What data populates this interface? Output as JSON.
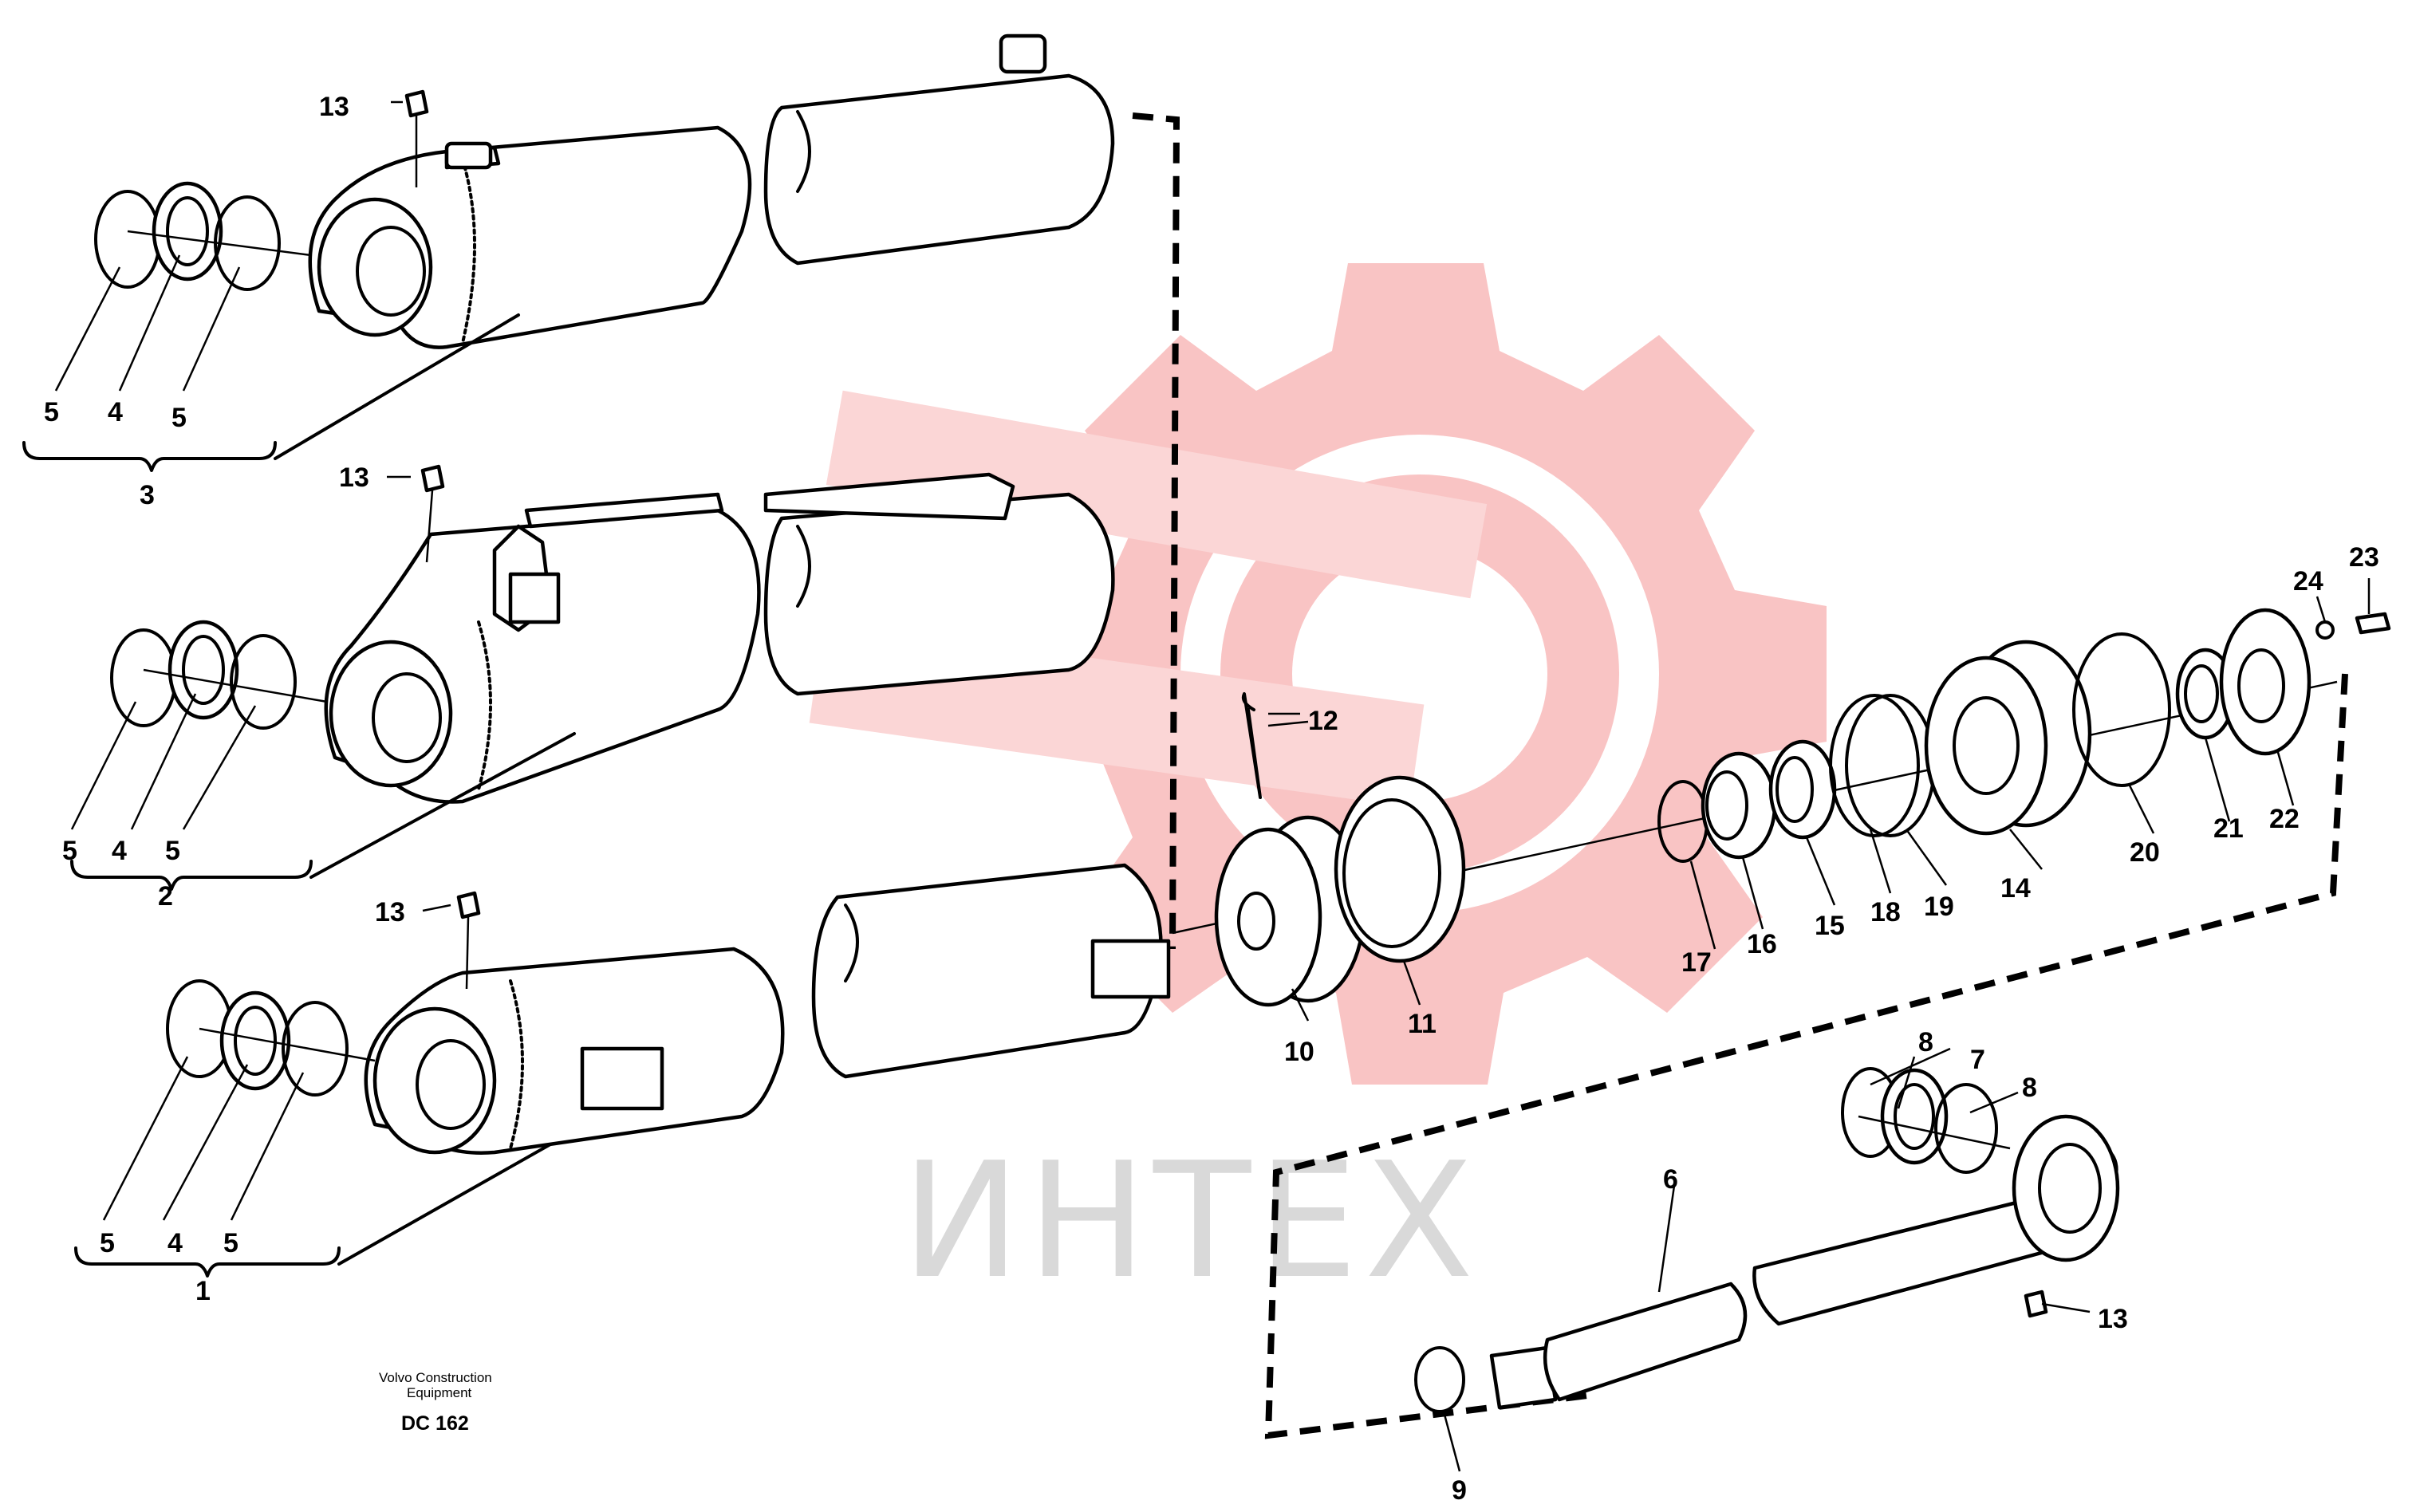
{
  "watermark": {
    "text": "ИНТЕХ",
    "gear_color": "#f9c4c4",
    "text_color": "#d9d9d9"
  },
  "footer": {
    "line1": "Volvo Construction",
    "line2": "Equipment",
    "code": "DC 162"
  },
  "callouts": {
    "c1": "1",
    "c2": "2",
    "c3": "3",
    "c4a": "4",
    "c4b": "4",
    "c4c": "4",
    "c5a": "5",
    "c5b": "5",
    "c5c": "5",
    "c5d": "5",
    "c5e": "5",
    "c5f": "5",
    "c6": "6",
    "c7": "7",
    "c8a": "8",
    "c8b": "8",
    "c9": "9",
    "c10": "10",
    "c11": "11",
    "c12": "12",
    "c13a": "13",
    "c13b": "13",
    "c13c": "13",
    "c13d": "13",
    "c14": "14",
    "c15": "15",
    "c16": "16",
    "c17": "17",
    "c18": "18",
    "c19": "19",
    "c20": "20",
    "c21": "21",
    "c22": "22",
    "c23": "23",
    "c24": "24"
  }
}
